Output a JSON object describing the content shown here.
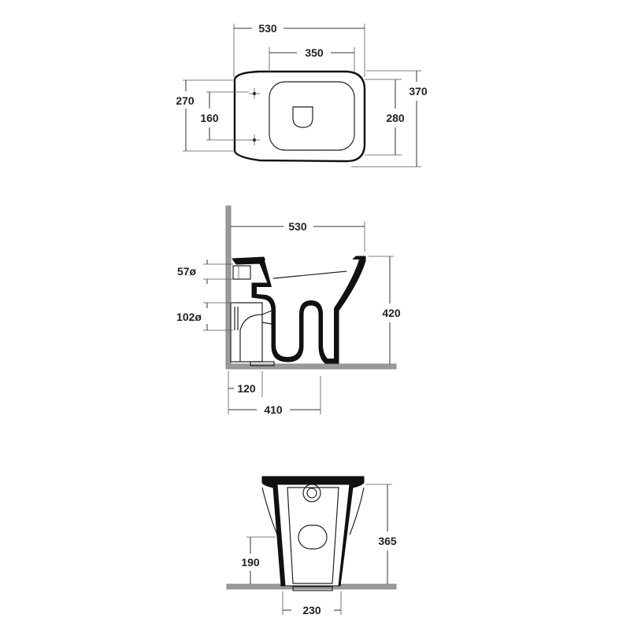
{
  "top_view": {
    "overall_length": "530",
    "seat_length": "350",
    "overall_width": "370",
    "seat_width": "280",
    "fixing_span": "270",
    "fixing_holes": "160"
  },
  "side_view": {
    "length": "530",
    "inlet_diameter": "57ø",
    "outlet_diameter": "102ø",
    "height": "420",
    "outlet_offset": "120",
    "fixing_offset": "410"
  },
  "rear_view": {
    "height": "365",
    "outlet_height": "190",
    "base_width": "230"
  }
}
